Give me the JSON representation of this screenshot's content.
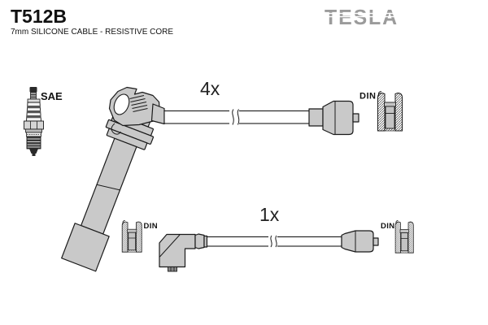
{
  "product": {
    "part_number": "T512B",
    "description": "7mm SILICONE CABLE - RESISTIVE CORE",
    "brand": "TESLA"
  },
  "diagram": {
    "type": "ignition-cable-kit-illustration",
    "spark_plug": {
      "terminal_standard_label": "SAE"
    },
    "main_leads": {
      "quantity_label": "4x",
      "terminal_label": "DIN"
    },
    "coil_lead": {
      "quantity_label": "1x",
      "terminal_label": "DIN"
    },
    "bottom_left_terminal_label": "DIN",
    "icons": [
      "spark-plug-icon",
      "coil-boot-icon",
      "din-terminal-cup-icon",
      "straight-connector-icon",
      "angled-boot-icon"
    ]
  },
  "colors": {
    "background": "#ffffff",
    "brand_gray": "#9b9b9b",
    "part_fill": "#c9c9c9",
    "outline": "#1a1a1a"
  }
}
